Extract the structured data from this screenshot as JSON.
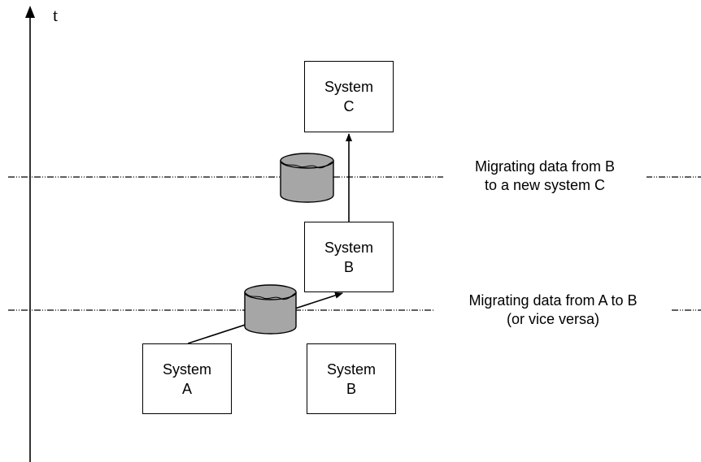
{
  "axis": {
    "label": "t"
  },
  "systems": {
    "a": {
      "line1": "System",
      "line2": "A"
    },
    "b1": {
      "line1": "System",
      "line2": "B"
    },
    "b2": {
      "line1": "System",
      "line2": "B"
    },
    "c": {
      "line1": "System",
      "line2": "C"
    }
  },
  "migrations": {
    "a_to_b": {
      "line1": "Migrating data from A to B",
      "line2": "(or vice versa)"
    },
    "b_to_c": {
      "line1": "Migrating data from B",
      "line2": "to a new system C"
    }
  },
  "colors": {
    "stroke": "#000000",
    "database_fill": "#a6a6a6",
    "background": "#ffffff"
  },
  "icons": {
    "database": "database-cylinder-icon"
  }
}
